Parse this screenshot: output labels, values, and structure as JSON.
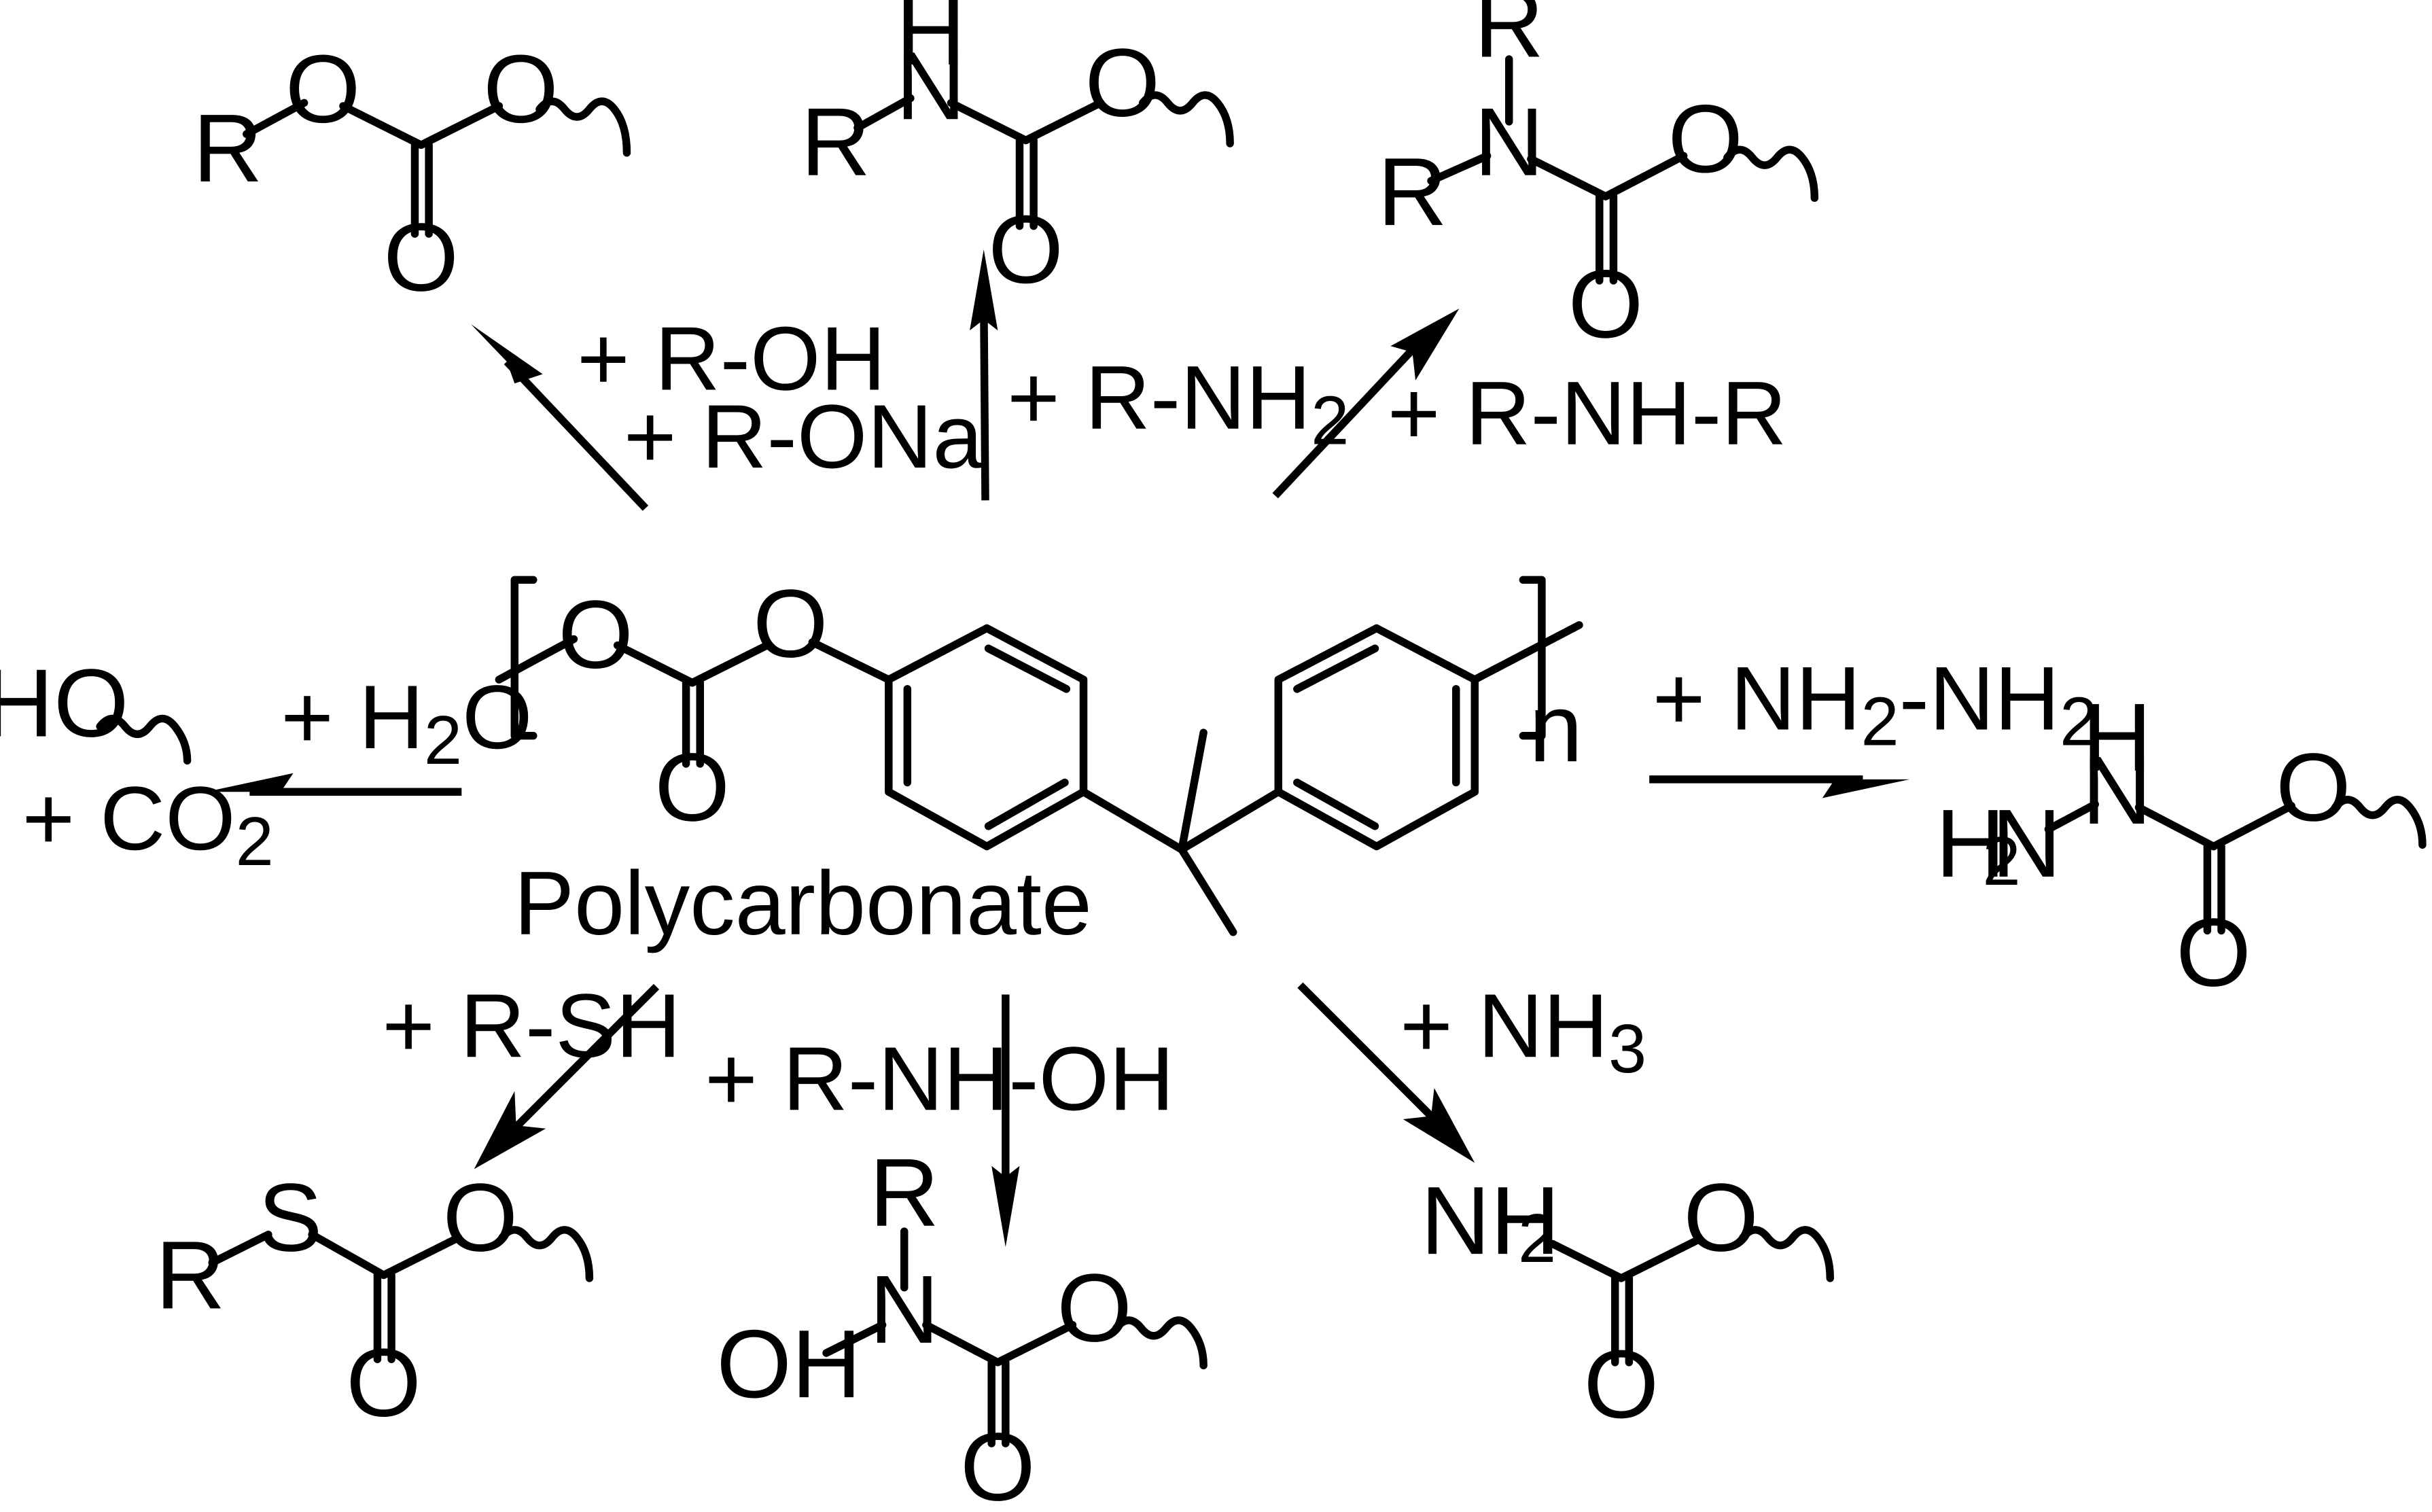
{
  "polymer": {
    "name": "Polycarbonate",
    "repeat_index": "n",
    "atoms": {
      "o1": "O",
      "o2": "O",
      "o_carbonyl": "O"
    }
  },
  "reactions": [
    {
      "id": "alcoholysis",
      "reagents": [
        "+ R-OH",
        "+ R-ONa"
      ],
      "product_atoms": {
        "r": "R",
        "o1": "O",
        "o2": "O",
        "o3": "O"
      }
    },
    {
      "id": "aminolysis-primary",
      "reagents": [
        "+ R-NH",
        "2",
        ""
      ],
      "product_atoms": {
        "r": "R",
        "h": "H",
        "n": "N",
        "o1": "O",
        "o2": "O"
      }
    },
    {
      "id": "aminolysis-secondary",
      "reagents": [
        "+ R-NH-R"
      ],
      "product_atoms": {
        "r1": "R",
        "r2": "R",
        "n": "N",
        "o1": "O",
        "o2": "O"
      }
    },
    {
      "id": "hydrolysis",
      "reagents": [
        "+ H",
        "2",
        "O",
        "+ CO",
        "2"
      ],
      "product_atoms": {
        "ho": "HO"
      }
    },
    {
      "id": "hydrazinolysis",
      "reagents": [
        "+ NH",
        "2",
        "-NH",
        "2"
      ],
      "product_atoms": {
        "h": "H",
        "n": "N",
        "h2n": "H",
        "h2n_sub": "2",
        "h2n_n": "N",
        "o1": "O",
        "o2": "O"
      }
    },
    {
      "id": "thiolysis",
      "reagents": [
        "+ R-SH"
      ],
      "product_atoms": {
        "r": "R",
        "s": "S",
        "o1": "O",
        "o2": "O"
      }
    },
    {
      "id": "hydroxylaminolysis",
      "reagents": [
        "+ R-NH-OH"
      ],
      "product_atoms": {
        "r": "R",
        "n": "N",
        "oh": "OH",
        "o1": "O",
        "o2": "O"
      }
    },
    {
      "id": "ammonolysis",
      "reagents": [
        "+ NH",
        "3"
      ],
      "product_atoms": {
        "nh": "NH",
        "nh_sub": "2",
        "o1": "O",
        "o2": "O"
      }
    }
  ]
}
